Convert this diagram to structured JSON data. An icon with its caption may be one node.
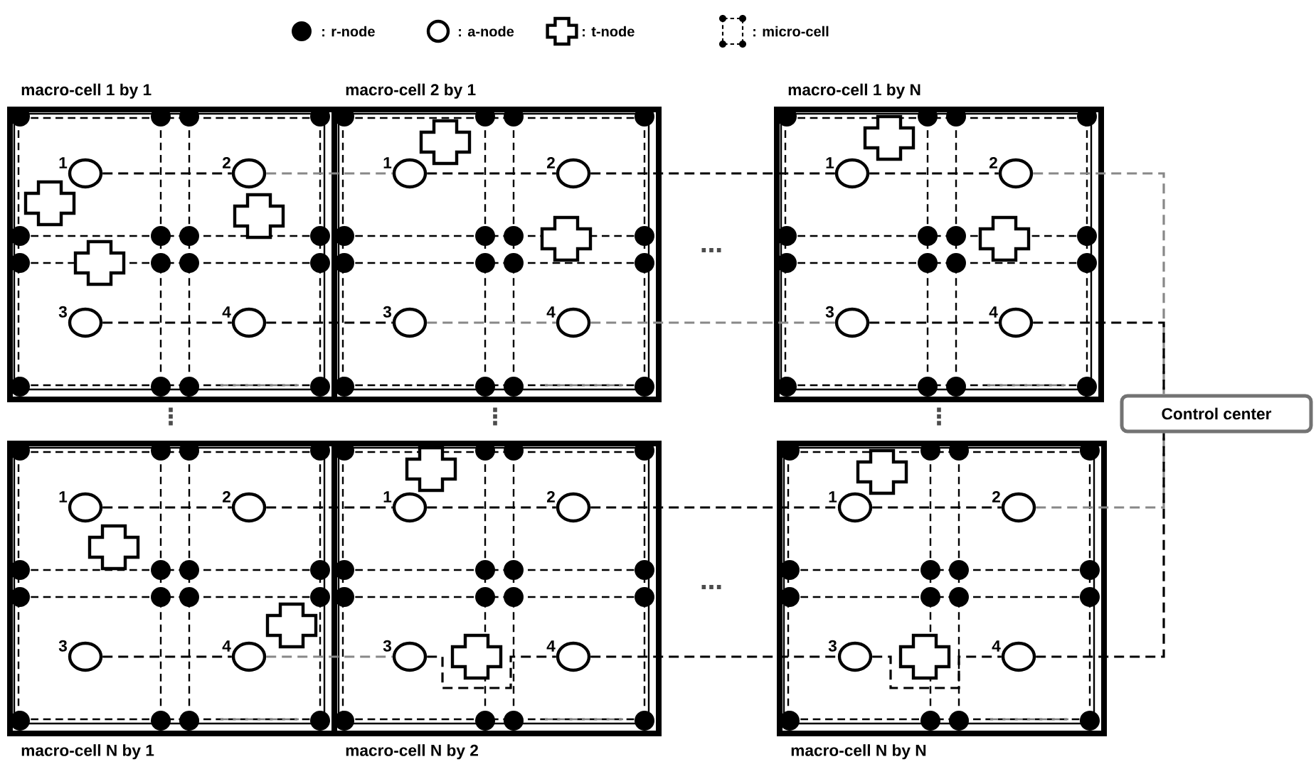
{
  "diagram": {
    "nodes": [
      {
        "text": [
          "macro-cell 1 by 1"
        ]
      },
      {
        "text": [],
        "shape": "circle",
        "beside": [
          "1"
        ],
        "in": 0
      },
      {
        "text": [],
        "shape": "circle",
        "beside": [
          "2"
        ],
        "in": 0
      },
      {
        "text": [],
        "shape": "circle",
        "beside": [
          "3"
        ],
        "in": 0
      },
      {
        "text": [],
        "shape": "circle",
        "beside": [
          "4"
        ],
        "in": 0
      },
      {
        "text": [],
        "shape": "cross",
        "in": 0
      },
      {
        "text": [],
        "shape": "cross",
        "in": 0
      },
      {
        "text": [],
        "shape": "cross",
        "in": 0
      },
      {
        "text": [
          "macro-cell 2 by 1"
        ]
      },
      {
        "text": [],
        "shape": "circle",
        "beside": [
          "1"
        ],
        "in": 8
      },
      {
        "text": [],
        "shape": "circle",
        "beside": [
          "2"
        ],
        "in": 8
      },
      {
        "text": [],
        "shape": "circle",
        "beside": [
          "3"
        ],
        "in": 8
      },
      {
        "text": [],
        "shape": "circle",
        "beside": [
          "4"
        ],
        "in": 8
      },
      {
        "text": [],
        "shape": "cross",
        "in": 8
      },
      {
        "text": [],
        "shape": "cross",
        "in": 8
      },
      {
        "text": [
          "macro-cell 1 by N"
        ]
      },
      {
        "text": [],
        "shape": "circle",
        "beside": [
          "1"
        ],
        "in": 15
      },
      {
        "text": [],
        "shape": "circle",
        "beside": [
          "2"
        ],
        "in": 15
      },
      {
        "text": [],
        "shape": "circle",
        "beside": [
          "3"
        ],
        "in": 15
      },
      {
        "text": [],
        "shape": "circle",
        "beside": [
          "4"
        ],
        "in": 15
      },
      {
        "text": [],
        "shape": "cross",
        "in": 15
      },
      {
        "text": [],
        "shape": "cross",
        "in": 15
      },
      {
        "text": [
          "macro-cell N by 1"
        ]
      },
      {
        "text": [],
        "shape": "circle",
        "beside": [
          "1"
        ],
        "in": 22
      },
      {
        "text": [],
        "shape": "circle",
        "beside": [
          "2"
        ],
        "in": 22
      },
      {
        "text": [],
        "shape": "circle",
        "beside": [
          "3"
        ],
        "in": 22
      },
      {
        "text": [],
        "shape": "circle",
        "beside": [
          "4"
        ],
        "in": 22
      },
      {
        "text": [],
        "shape": "cross",
        "in": 22
      },
      {
        "text": [],
        "shape": "cross",
        "in": 22
      },
      {
        "text": [
          "macro-cell N by 2"
        ]
      },
      {
        "text": [],
        "shape": "circle",
        "beside": [
          "1"
        ],
        "in": 29
      },
      {
        "text": [],
        "shape": "circle",
        "beside": [
          "2"
        ],
        "in": 29
      },
      {
        "text": [],
        "shape": "circle",
        "beside": [
          "3"
        ],
        "in": 29
      },
      {
        "text": [],
        "shape": "circle",
        "beside": [
          "4"
        ],
        "in": 29
      },
      {
        "text": [],
        "shape": "cross",
        "in": 29
      },
      {
        "text": [],
        "shape": "cross",
        "in": 29
      },
      {
        "text": [
          "macro-cell N by N"
        ]
      },
      {
        "text": [],
        "shape": "circle",
        "beside": [
          "1"
        ],
        "in": 36
      },
      {
        "text": [],
        "shape": "circle",
        "beside": [
          "2"
        ],
        "in": 36
      },
      {
        "text": [],
        "shape": "circle",
        "beside": [
          "3"
        ],
        "in": 36
      },
      {
        "text": [],
        "shape": "circle",
        "beside": [
          "4"
        ],
        "in": 36
      },
      {
        "text": [],
        "shape": "cross",
        "in": 36
      },
      {
        "text": [],
        "shape": "cross",
        "in": 36
      },
      {
        "text": [
          "Control center"
        ]
      }
    ],
    "edges": [
      {
        "from": 1,
        "to": 2,
        "arrow": "none",
        "style": "dashed"
      },
      {
        "from": 2,
        "to": 9,
        "arrow": "none",
        "style": "dashed",
        "color": "#888888"
      },
      {
        "from": 9,
        "to": 10,
        "arrow": "none",
        "style": "dashed"
      },
      {
        "from": 10,
        "to": 16,
        "arrow": "none",
        "style": "dashed"
      },
      {
        "from": 16,
        "to": 17,
        "arrow": "none",
        "style": "dashed"
      },
      {
        "from": 17,
        "to": 43,
        "arrow": "none",
        "style": "dashed",
        "color": "#888888"
      },
      {
        "from": 3,
        "to": 4,
        "arrow": "none",
        "style": "dashed"
      },
      {
        "from": 4,
        "to": 11,
        "arrow": "none",
        "style": "dashed"
      },
      {
        "from": 11,
        "to": 12,
        "arrow": "none",
        "style": "dashed",
        "color": "#888888"
      },
      {
        "from": 12,
        "to": 18,
        "arrow": "none",
        "style": "dashed",
        "color": "#888888"
      },
      {
        "from": 18,
        "to": 19,
        "arrow": "none",
        "style": "dashed"
      },
      {
        "from": 19,
        "to": 43,
        "arrow": "none",
        "style": "dashed"
      },
      {
        "from": 23,
        "to": 24,
        "arrow": "none",
        "style": "dashed"
      },
      {
        "from": 24,
        "to": 30,
        "arrow": "none",
        "style": "dashed"
      },
      {
        "from": 30,
        "to": 31,
        "arrow": "none",
        "style": "dashed"
      },
      {
        "from": 31,
        "to": 37,
        "arrow": "none",
        "style": "dashed"
      },
      {
        "from": 37,
        "to": 38,
        "arrow": "none",
        "style": "dashed"
      },
      {
        "from": 38,
        "to": 43,
        "arrow": "none",
        "style": "dashed",
        "color": "#888888"
      },
      {
        "from": 25,
        "to": 26,
        "arrow": "none",
        "style": "dashed"
      },
      {
        "from": 26,
        "to": 32,
        "arrow": "none",
        "style": "dashed",
        "color": "#888888"
      },
      {
        "from": 32,
        "to": 33,
        "arrow": "none",
        "style": "dashed"
      },
      {
        "from": 33,
        "to": 39,
        "arrow": "none",
        "style": "dashed"
      },
      {
        "from": 39,
        "to": 40,
        "arrow": "none",
        "style": "dashed"
      },
      {
        "from": 40,
        "to": 43,
        "arrow": "none",
        "style": "dashed"
      }
    ],
    "labels": [
      "⋯",
      "⋮",
      "⋮",
      "⋮",
      "⋯"
    ],
    "legend": [
      {
        "text": ": r-node"
      },
      {
        "text": ": a-node"
      },
      {
        "text": ": t-node"
      },
      {
        "text": ": micro-cell"
      }
    ]
  }
}
